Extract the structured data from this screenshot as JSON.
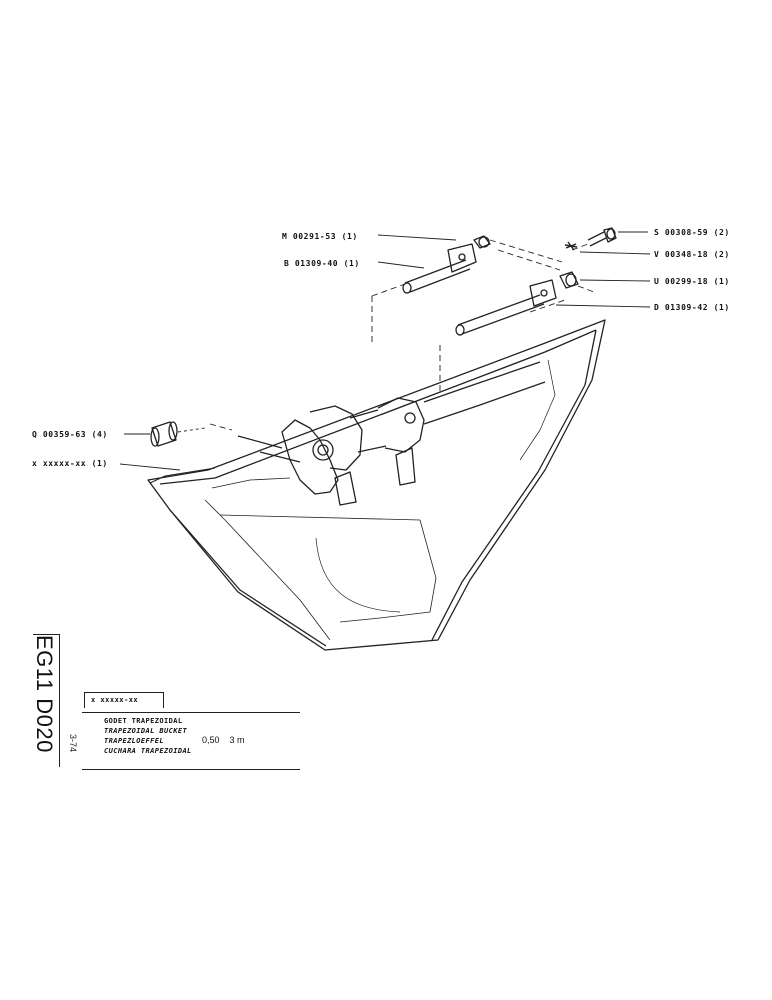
{
  "callouts": {
    "m_pin_cap": "M 00291-53 (1)",
    "b_pin": "B 01309-40 (1)",
    "s_bolt": "S 00308-59 (2)",
    "v_washer": "V 00348-18 (2)",
    "u_cap": "U 00299-18 (1)",
    "d_pin": "D 01309-42 (1)",
    "q_bushing": "Q 00359-63 (4)",
    "x_bucket": "x xxxxx-xx (1)"
  },
  "side_code": "EG11 D020",
  "side_date": "3-74",
  "title_block": {
    "ref": "x xxxxx-xx",
    "name_fr": "GODET TRAPEZOIDAL",
    "name_en": "TRAPEZOIDAL BUCKET",
    "name_de": "TRAPEZLOEFFEL",
    "name_es": "CUCHARA TRAPEZOIDAL",
    "capacity_value": "0,50",
    "capacity_unit": "3 m"
  }
}
